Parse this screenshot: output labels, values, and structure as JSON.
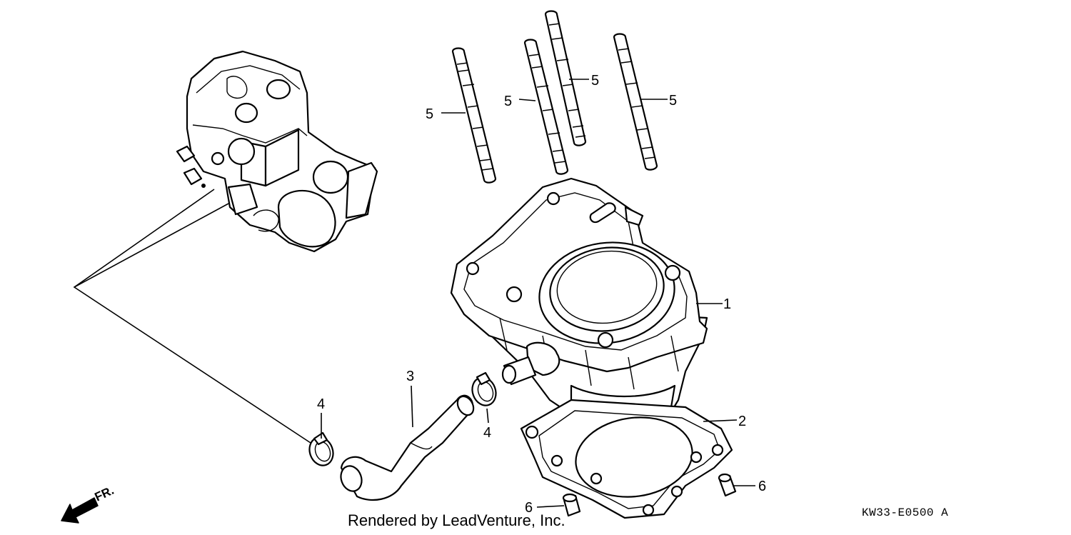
{
  "callouts": {
    "c1": "1",
    "c2": "2",
    "c3": "3",
    "c4a": "4",
    "c4b": "4",
    "c5a": "5",
    "c5b": "5",
    "c5c": "5",
    "c5d": "5",
    "c6a": "6",
    "c6b": "6"
  },
  "direction_label": "FR.",
  "credit": "Rendered by LeadVenture, Inc.",
  "diagram_code": "KW33-E0500 A"
}
